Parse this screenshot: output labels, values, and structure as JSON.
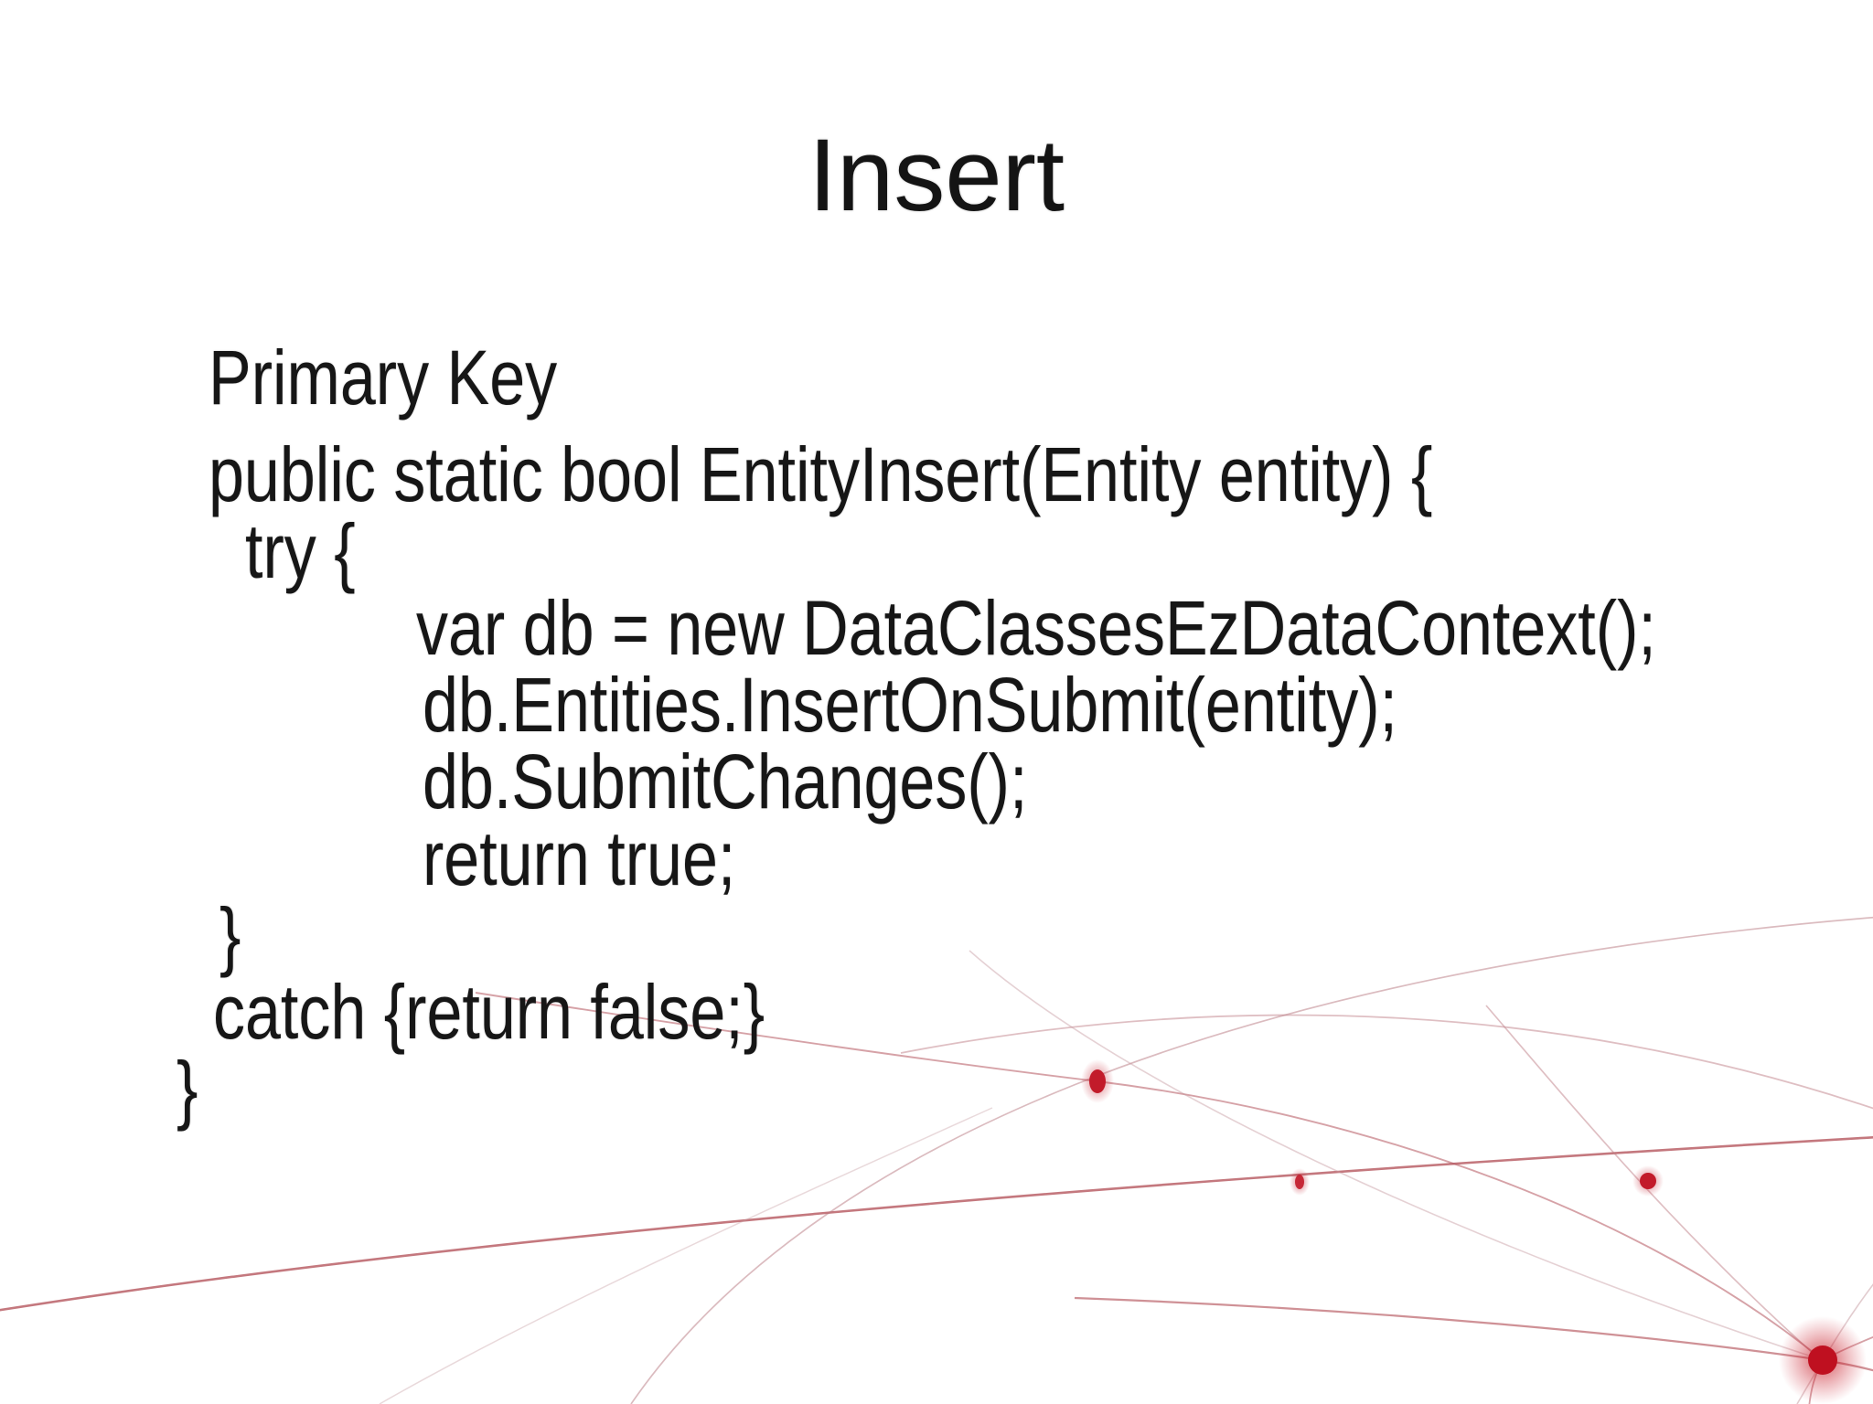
{
  "slide": {
    "title": "Insert",
    "body": {
      "subtitle": "Primary Key",
      "code_lines": [
        "public static bool EntityInsert(Entity entity) {",
        "try {",
        "var db = new DataClassesEzDataContext();",
        "db.Entities.InsertOnSubmit(entity);",
        "db.SubmitChanges();",
        "return true;",
        "}",
        "catch {return false;}",
        "}"
      ]
    }
  },
  "decor": {
    "description": "thin red network arcs with glowing red nodes, bottom-right of slide",
    "arc_color": "#b5565e",
    "faint_arc_color": "#c59aa0",
    "node_color": "#c21b2a",
    "hub_glow_color": "#bf1020",
    "background_color": "#ffffff",
    "text_color": "#161616"
  }
}
